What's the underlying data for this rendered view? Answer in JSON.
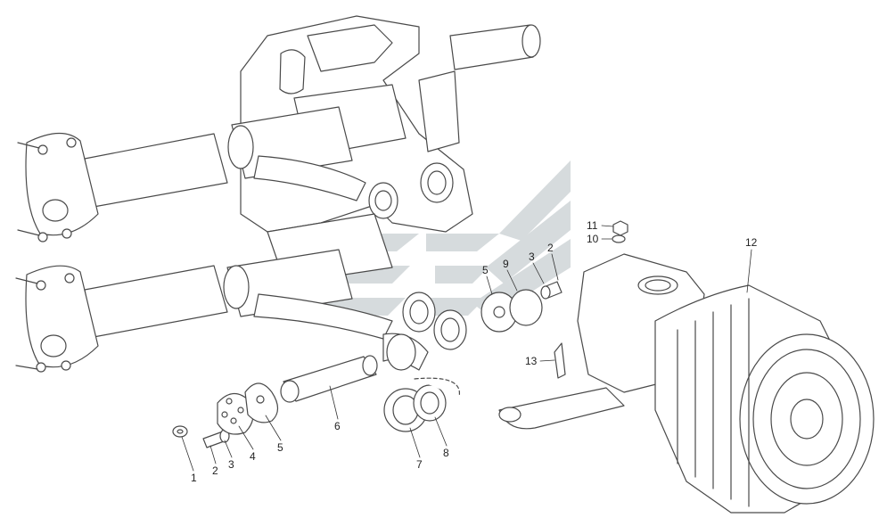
{
  "diagram": {
    "colors": {
      "line": "#4a4a4a",
      "fill": "#ffffff",
      "watermark": "#c9cfd2",
      "leader": "#333333"
    },
    "callouts": [
      {
        "id": "c1",
        "label": "1"
      },
      {
        "id": "c2a",
        "label": "2"
      },
      {
        "id": "c3a",
        "label": "3"
      },
      {
        "id": "c4",
        "label": "4"
      },
      {
        "id": "c5a",
        "label": "5"
      },
      {
        "id": "c6",
        "label": "6"
      },
      {
        "id": "c7",
        "label": "7"
      },
      {
        "id": "c8",
        "label": "8"
      },
      {
        "id": "c5b",
        "label": "5"
      },
      {
        "id": "c9",
        "label": "9"
      },
      {
        "id": "c3b",
        "label": "3"
      },
      {
        "id": "c2b",
        "label": "2"
      },
      {
        "id": "c11",
        "label": "11"
      },
      {
        "id": "c10",
        "label": "10"
      },
      {
        "id": "c12",
        "label": "12"
      },
      {
        "id": "c13",
        "label": "13"
      }
    ],
    "watermark_icon": "logo-chevrons"
  }
}
